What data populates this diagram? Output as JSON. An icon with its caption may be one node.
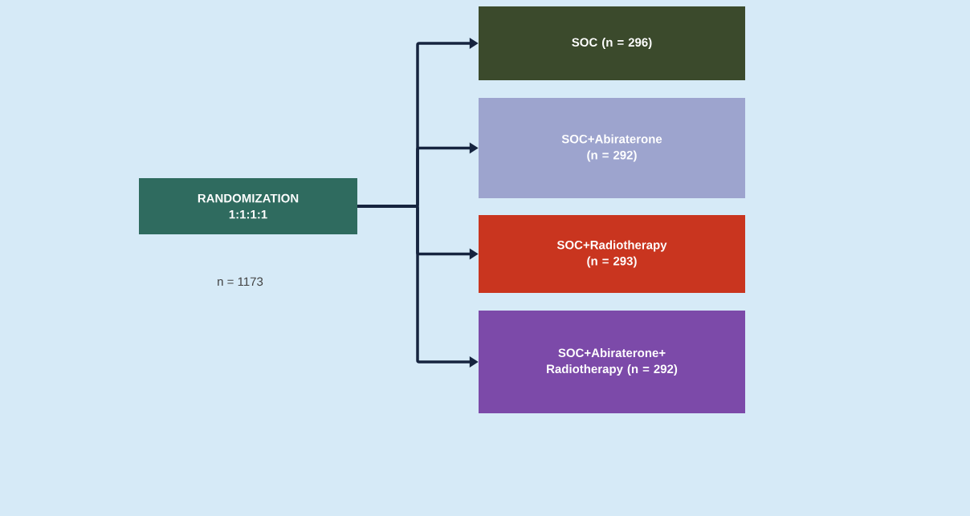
{
  "diagram": {
    "nodes": [
      {
        "text": [
          "RANDOMIZATION 1:1:1:1"
        ],
        "beside": [
          "n = 1173"
        ]
      },
      {
        "text": [
          "SOC (n = 296)"
        ]
      },
      {
        "text": [
          "SOC+Abiraterone (n = 292)"
        ]
      },
      {
        "text": [
          "SOC+Radiotherapy (n = 293)"
        ]
      },
      {
        "text": [
          "SOC+Abiraterone+ Radiotherapy (n = 292)"
        ]
      }
    ],
    "edges": [
      {
        "from": 0,
        "to": 1,
        "arrow": "to"
      },
      {
        "from": 0,
        "to": 2,
        "arrow": "to"
      },
      {
        "from": 0,
        "to": 3,
        "arrow": "to"
      },
      {
        "from": 0,
        "to": 4,
        "arrow": "to"
      }
    ]
  }
}
